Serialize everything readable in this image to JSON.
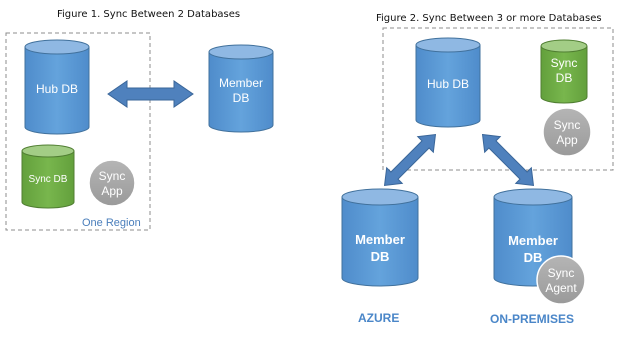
{
  "figure1": {
    "title": "Figure 1. Sync Between 2 Databases",
    "hub_db": "Hub DB",
    "member_db": [
      "Member",
      "DB"
    ],
    "sync_db": "Sync DB",
    "sync_app": [
      "Sync",
      "App"
    ],
    "region_label": "One Region"
  },
  "figure2": {
    "title": "Figure 2. Sync Between 3 or more Databases",
    "hub_db": "Hub DB",
    "sync_db": [
      "Sync",
      "DB"
    ],
    "sync_app": [
      "Sync",
      "App"
    ],
    "azure_member_db": [
      "Member",
      "DB"
    ],
    "onprem_member_db": [
      "Member",
      "DB"
    ],
    "sync_agent": [
      "Sync",
      "Agent"
    ],
    "azure_label": "AZURE",
    "onprem_label": "ON-PREMISES"
  },
  "colors": {
    "db_blue": "#5b9bd5",
    "db_blue_stroke": "#41719c",
    "db_blue_top": "#8fb8e3",
    "sync_green": "#70ad47",
    "sync_green_stroke": "#507e32",
    "sync_green_top": "#a3cd86",
    "app_gray": "#a6a6a6",
    "arrow_blue": "#4f81bd",
    "dash_gray": "#8c8c8c"
  }
}
